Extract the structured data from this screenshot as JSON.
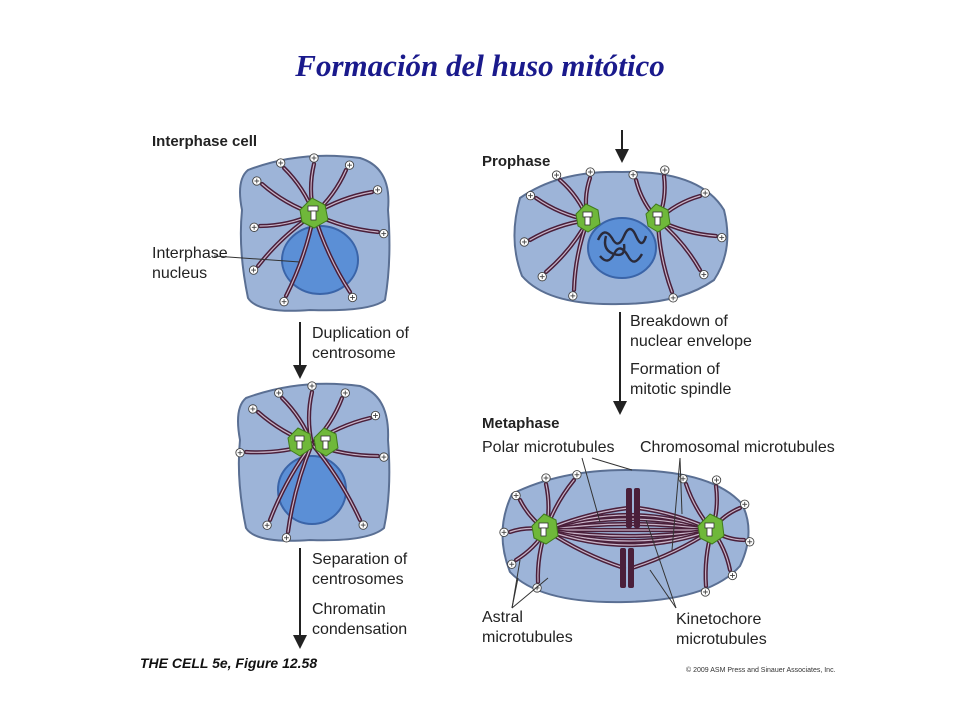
{
  "title": "Formación del huso mitótico",
  "stages": {
    "interphase": "Interphase cell",
    "prophase": "Prophase",
    "metaphase": "Metaphase"
  },
  "labels": {
    "interphase_nucleus_1": "Interphase",
    "interphase_nucleus_2": "nucleus",
    "polar_microtubules": "Polar microtubules",
    "chromosomal_microtubules": "Chromosomal microtubules",
    "astral_1": "Astral",
    "astral_2": "microtubules",
    "kinetochore_1": "Kinetochore",
    "kinetochore_2": "microtubules"
  },
  "steps": {
    "duplication_1": "Duplication of",
    "duplication_2": "centrosome",
    "separation_1": "Separation of",
    "separation_2": "centrosomes",
    "chromatin_1": "Chromatin",
    "chromatin_2": "condensation",
    "breakdown_1": "Breakdown of",
    "breakdown_2": "nuclear envelope",
    "formation_1": "Formation of",
    "formation_2": "mitotic spindle"
  },
  "caption": "THE CELL 5e, Figure 12.58",
  "copyright": "© 2009 ASM Press and Sinauer Associates, Inc.",
  "colors": {
    "title": "#1a1a8c",
    "cell_fill": "#9db4d8",
    "nucleus_fill": "#5b8fd6",
    "centrosome": "#6fb83a",
    "microtubule": "#4a1f3a"
  }
}
